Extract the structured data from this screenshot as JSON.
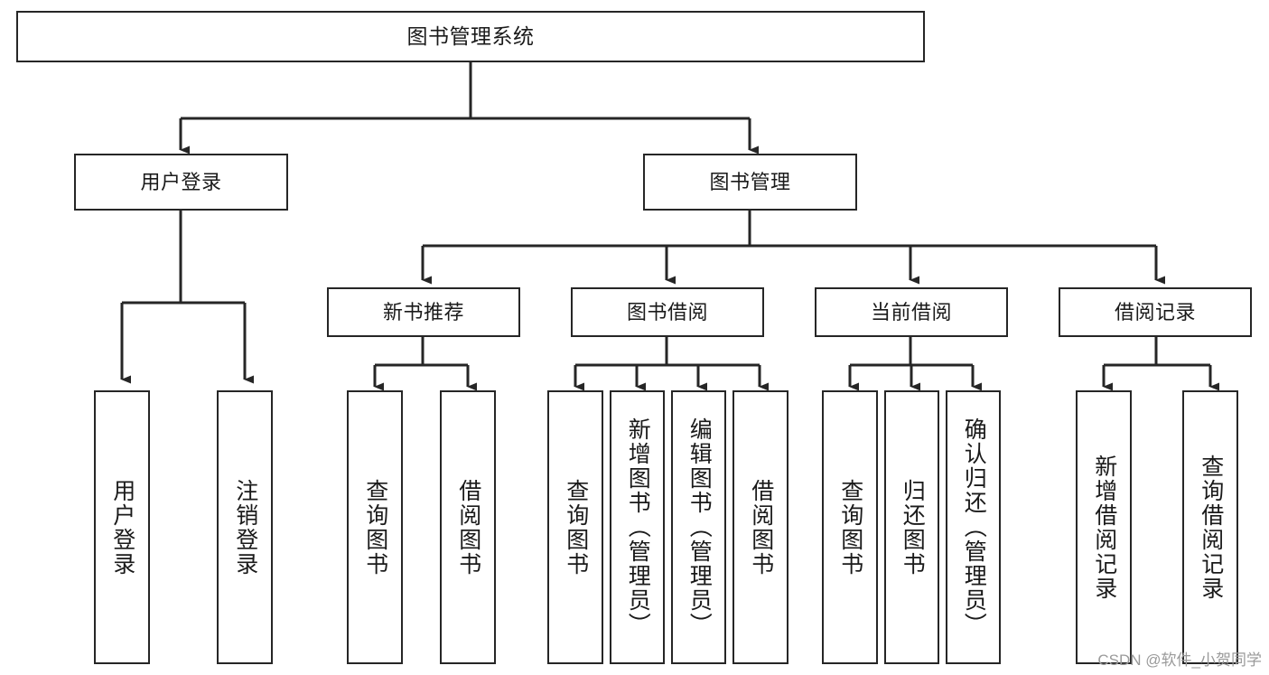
{
  "diagram": {
    "title": "图书管理系统",
    "type": "tree",
    "orientation": "top-down",
    "stroke_color": "#262626",
    "text_color": "#1a1a1a",
    "background_color": "#ffffff",
    "nodes": {
      "root": {
        "label": "图书管理系统"
      },
      "level2": [
        {
          "id": "user-login",
          "label": "用户登录"
        },
        {
          "id": "book-manage",
          "label": "图书管理"
        }
      ],
      "level3": [
        {
          "id": "new-book-recommend",
          "label": "新书推荐"
        },
        {
          "id": "book-borrow",
          "label": "图书借阅"
        },
        {
          "id": "current-borrow",
          "label": "当前借阅"
        },
        {
          "id": "borrow-record",
          "label": "借阅记录"
        }
      ],
      "leaves": {
        "user-login": [
          {
            "id": "leaf-user-login",
            "label": "用户登录"
          },
          {
            "id": "leaf-user-logout",
            "label": "注销登录"
          }
        ],
        "new-book-recommend": [
          {
            "id": "leaf-query-book-1",
            "label": "查询图书"
          },
          {
            "id": "leaf-borrow-book-1",
            "label": "借阅图书"
          }
        ],
        "book-borrow": [
          {
            "id": "leaf-query-book-2",
            "label": "查询图书"
          },
          {
            "id": "leaf-add-book",
            "label": "新增图书（管理员）"
          },
          {
            "id": "leaf-edit-book",
            "label": "编辑图书（管理员）"
          },
          {
            "id": "leaf-borrow-book-2",
            "label": "借阅图书"
          }
        ],
        "current-borrow": [
          {
            "id": "leaf-query-book-3",
            "label": "查询图书"
          },
          {
            "id": "leaf-return-book",
            "label": "归还图书"
          },
          {
            "id": "leaf-confirm-return",
            "label": "确认归还（管理员）"
          }
        ],
        "borrow-record": [
          {
            "id": "leaf-add-record",
            "label": "新增借阅记录"
          },
          {
            "id": "leaf-query-record",
            "label": "查询借阅记录"
          }
        ]
      }
    }
  },
  "watermark": {
    "text": "CSDN @软件_小贺同学"
  }
}
